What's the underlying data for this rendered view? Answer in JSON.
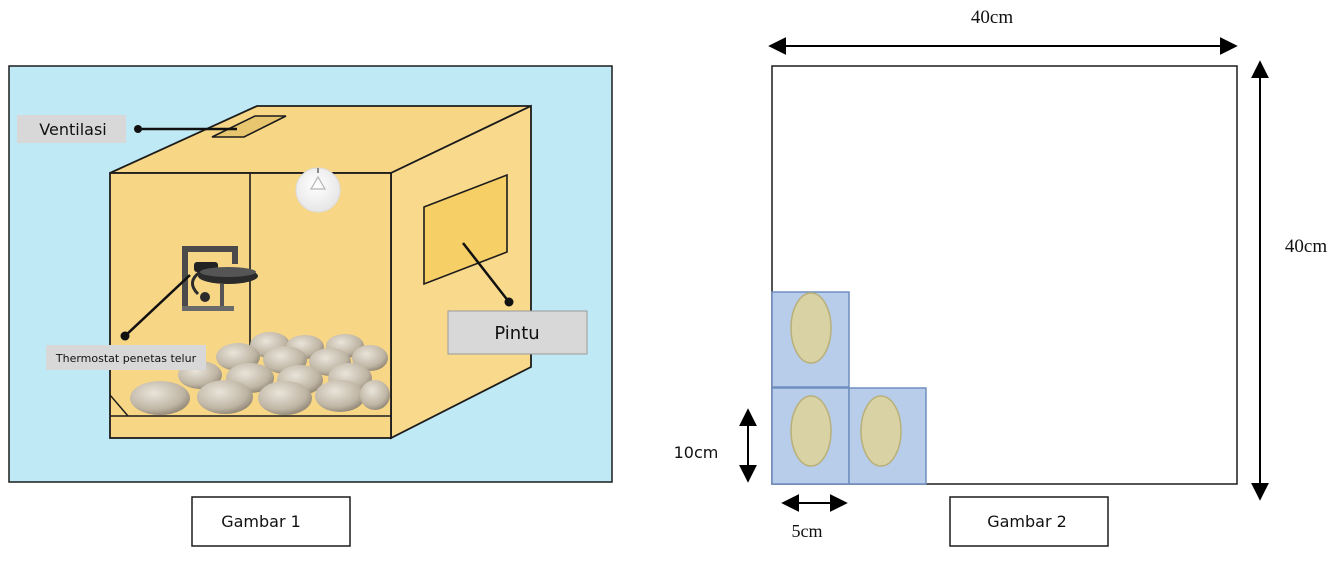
{
  "figure1": {
    "labels": {
      "ventilasi": "Ventilasi",
      "thermostat": "Thermostat penetas telur",
      "pintu": "Pintu"
    },
    "caption": "Gambar 1",
    "colors": {
      "background": "#bfeaf5",
      "box": "#f7d686",
      "box_side": "#f9d98c",
      "door": "#f7cf67",
      "outline": "#1c1c1c",
      "label_bg": "#d8d8d8",
      "egg": "#c9bfae"
    }
  },
  "figure2": {
    "dimensions": {
      "width": "40cm",
      "height": "40cm",
      "cell_height": "10cm",
      "cell_width": "5cm"
    },
    "caption": "Gambar 2",
    "colors": {
      "cell_fill": "#b7cdea",
      "cell_border": "#6f8fbe",
      "egg_fill": "#d8d2a5",
      "egg_border": "#b9b07a"
    }
  }
}
